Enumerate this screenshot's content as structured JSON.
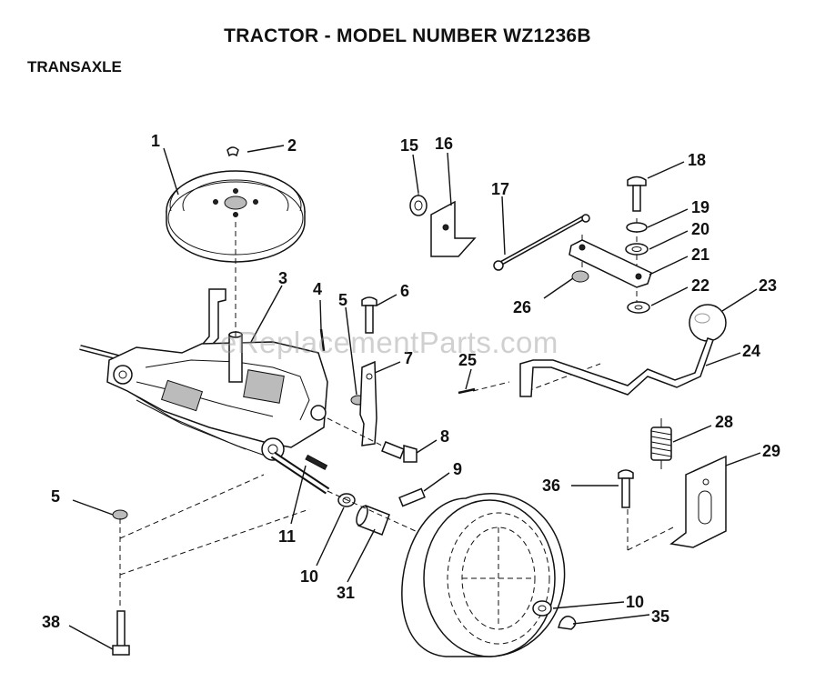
{
  "title": "TRACTOR  - MODEL NUMBER WZ1236B",
  "section": "TRANSAXLE",
  "watermark": "eReplacementParts.com",
  "callouts": [
    "1",
    "2",
    "3",
    "4",
    "5",
    "6",
    "7",
    "8",
    "9",
    "10",
    "11",
    "15",
    "16",
    "17",
    "18",
    "19",
    "20",
    "21",
    "22",
    "23",
    "24",
    "25",
    "26",
    "28",
    "29",
    "31",
    "35",
    "36",
    "38"
  ]
}
